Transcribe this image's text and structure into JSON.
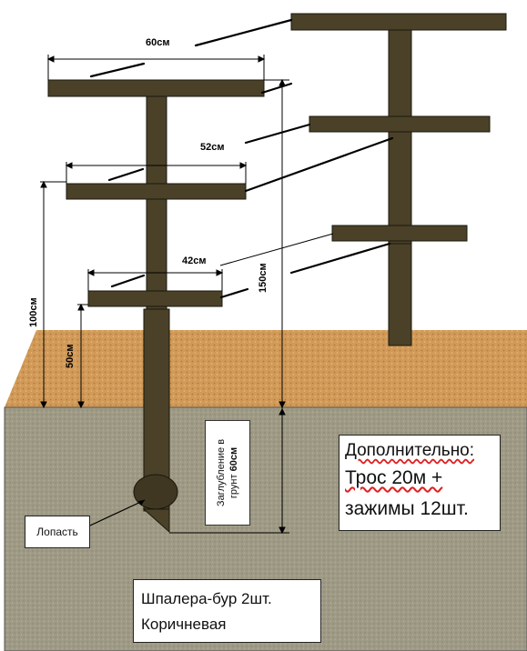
{
  "labels": {
    "width_top": "60см",
    "width_mid": "52см",
    "width_low": "42см",
    "height_100": "100см",
    "height_50": "50см",
    "height_150": "150см",
    "depth_prefix_1": "Заглубление в",
    "depth_prefix_2": "грунт",
    "depth_value": "60см",
    "blade": "Лопасть"
  },
  "extra": {
    "heading": "Дополнительно:",
    "line1": "Трос 20м +",
    "line2": "зажимы 12шт."
  },
  "spec": {
    "line1": "Шпалера-бур 2шт.",
    "line2": "Коричневая"
  },
  "colors": {
    "post": "#4a4128",
    "post_stroke": "#1a170e",
    "ground": "#9e9a85",
    "soil": "#d09a58"
  }
}
